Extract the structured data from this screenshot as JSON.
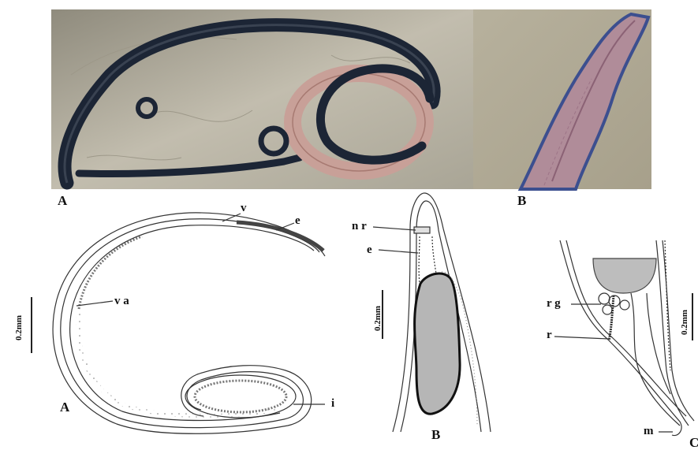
{
  "figure": {
    "photo_a_label": "A",
    "photo_b_label": "B",
    "drawing_a_label": "A",
    "drawing_b_label": "B",
    "drawing_c_label": "C",
    "drawing_a_annotations": {
      "v": "v",
      "e": "e",
      "va": "v a",
      "i": "i"
    },
    "drawing_b_annotations": {
      "nr": "n r",
      "e": "e"
    },
    "drawing_c_annotations": {
      "rg": "r g",
      "r": "r",
      "m": "m"
    },
    "scale_a": "0.2mm",
    "scale_b": "0.2mm",
    "scale_c": "0.2mm",
    "colors": {
      "photo_bg": "#b9b4a6",
      "worm_dark": "#1e2a3a",
      "worm_pink": "#c39a92",
      "photo_b_bg": "#b3ad98",
      "line": "#333333",
      "fill_gray": "#b5b5b5"
    }
  }
}
